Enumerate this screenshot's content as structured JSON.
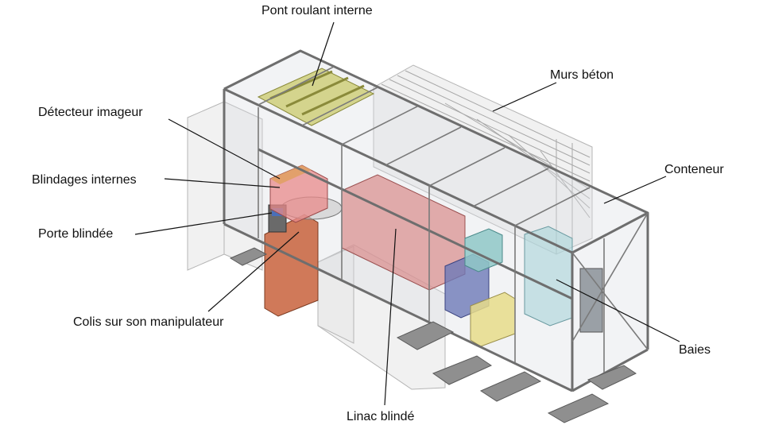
{
  "labels": {
    "pont_roulant": "Pont roulant interne",
    "murs_beton": "Murs béton",
    "detecteur": "Détecteur imageur",
    "blindages": "Blindages internes",
    "conteneur": "Conteneur",
    "porte": "Porte blindée",
    "colis": "Colis sur son manipulateur",
    "baies": "Baies",
    "linac": "Linac blindé"
  },
  "colors": {
    "linac": "#d98a8a",
    "door": "#c8623c",
    "crane": "#c9c96a",
    "cabinet_cyan": "#8fc7c7",
    "cabinet_blue": "#6d79b8",
    "cabinet_yellow": "#e8dc8a",
    "shield_orange": "#e0a060",
    "shield_pink": "#e88a8a"
  }
}
